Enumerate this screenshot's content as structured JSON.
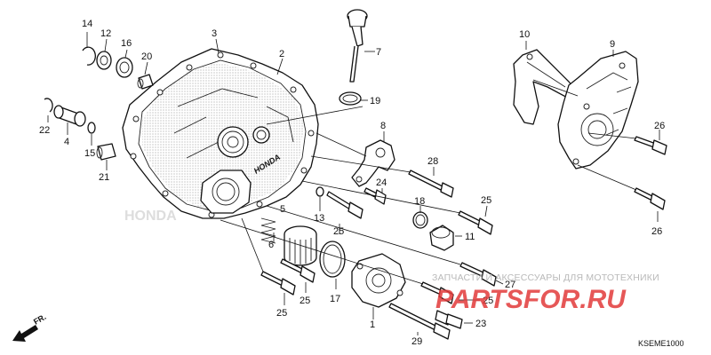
{
  "callouts": {
    "c14": "14",
    "c12": "12",
    "c16": "16",
    "c20": "20",
    "c3": "3",
    "c2": "2",
    "c7": "7",
    "c19": "19",
    "c10": "10",
    "c9": "9",
    "c22": "22",
    "c4": "4",
    "c15": "15",
    "c21": "21",
    "c8": "8",
    "c28": "28",
    "c26a": "26",
    "c24": "24",
    "c13": "13",
    "c18": "18",
    "c5": "5",
    "c25a": "25",
    "c11": "11",
    "c25b": "25",
    "c6": "6",
    "c25c": "25",
    "c17": "17",
    "c27": "27",
    "c25d": "25",
    "c26b": "26",
    "c25e": "25",
    "c1": "1",
    "c23": "23",
    "c29": "29"
  },
  "brand_mark": "HONDA",
  "front_mark": "FR.",
  "diagram_code": "KSEME1000",
  "watermark": {
    "tagline": "ЗАПЧАСТИ И АКСЕССУАРЫ ДЛЯ МОТОТЕХНИКИ",
    "site": "PARTSFOR.RU"
  },
  "colors": {
    "ink": "#111111",
    "watermark_red": "#e23a3a",
    "watermark_gray": "#b9b9b9"
  }
}
